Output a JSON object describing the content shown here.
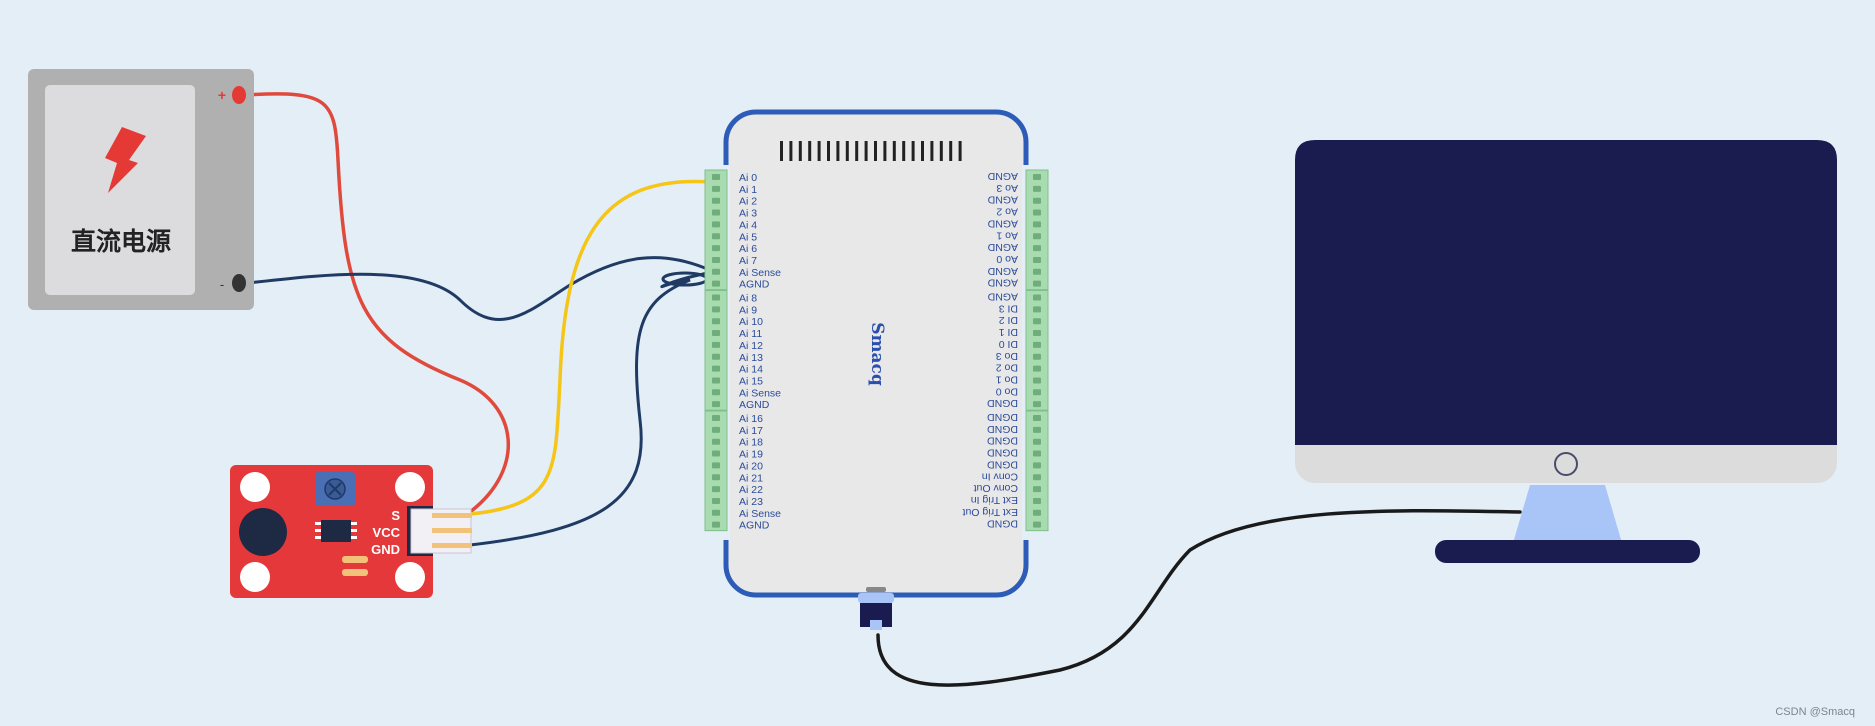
{
  "power_supply": {
    "label": "直流电源",
    "positive_symbol": "+",
    "negative_symbol": "-",
    "icon": "lightning-bolt-icon",
    "colors": {
      "case": "#b0b0b0",
      "panel": "#dcdcdf",
      "bolt": "#e53935",
      "positive_terminal": "#e53935",
      "negative_terminal": "#333333"
    }
  },
  "sensor": {
    "pins": [
      "S",
      "VCC",
      "GND"
    ],
    "colors": {
      "board": "#e5383b",
      "knob": "#4a6fb5"
    }
  },
  "daq": {
    "brand": "Smacq",
    "left_pins": [
      "Ai 0",
      "Ai 1",
      "Ai 2",
      "Ai 3",
      "Ai 4",
      "Ai 5",
      "Ai 6",
      "Ai 7",
      "Ai Sense",
      "AGND",
      "Ai 8",
      "Ai 9",
      "Ai 10",
      "Ai 11",
      "Ai 12",
      "Ai 13",
      "Ai 14",
      "Ai 15",
      "Ai Sense",
      "AGND",
      "Ai 16",
      "Ai 17",
      "Ai 18",
      "Ai 19",
      "Ai 20",
      "Ai 21",
      "Ai 22",
      "Ai 23",
      "Ai Sense",
      "AGND"
    ],
    "right_pins": [
      "AGND",
      "Ao 3",
      "AGND",
      "Ao 2",
      "AGND",
      "Ao 1",
      "AGND",
      "Ao 0",
      "AGND",
      "AGND",
      "AGND",
      "DI 3",
      "DI 2",
      "DI 1",
      "DI 0",
      "Do 3",
      "Do 2",
      "Do 1",
      "Do 0",
      "DGND",
      "DGND",
      "DGND",
      "DGND",
      "DGND",
      "DGND",
      "Conv In",
      "Conv Out",
      "Ext Trig In",
      "Ext Trig Out",
      "DGND"
    ],
    "colors": {
      "frame": "#2d5bb8",
      "body": "#e8e8e8",
      "terminal": "#a8dbb0"
    }
  },
  "monitor": {
    "colors": {
      "screen": "#1a1c50",
      "bezel": "#dcdcdc",
      "stand": "#a9c4f7",
      "base": "#1a1c50"
    }
  },
  "wires": {
    "colors": {
      "red": "#e04a3c",
      "yellow": "#f5c518",
      "navy": "#1f3b63",
      "black": "#1a1a1a"
    }
  },
  "watermark": "CSDN @Smacq"
}
